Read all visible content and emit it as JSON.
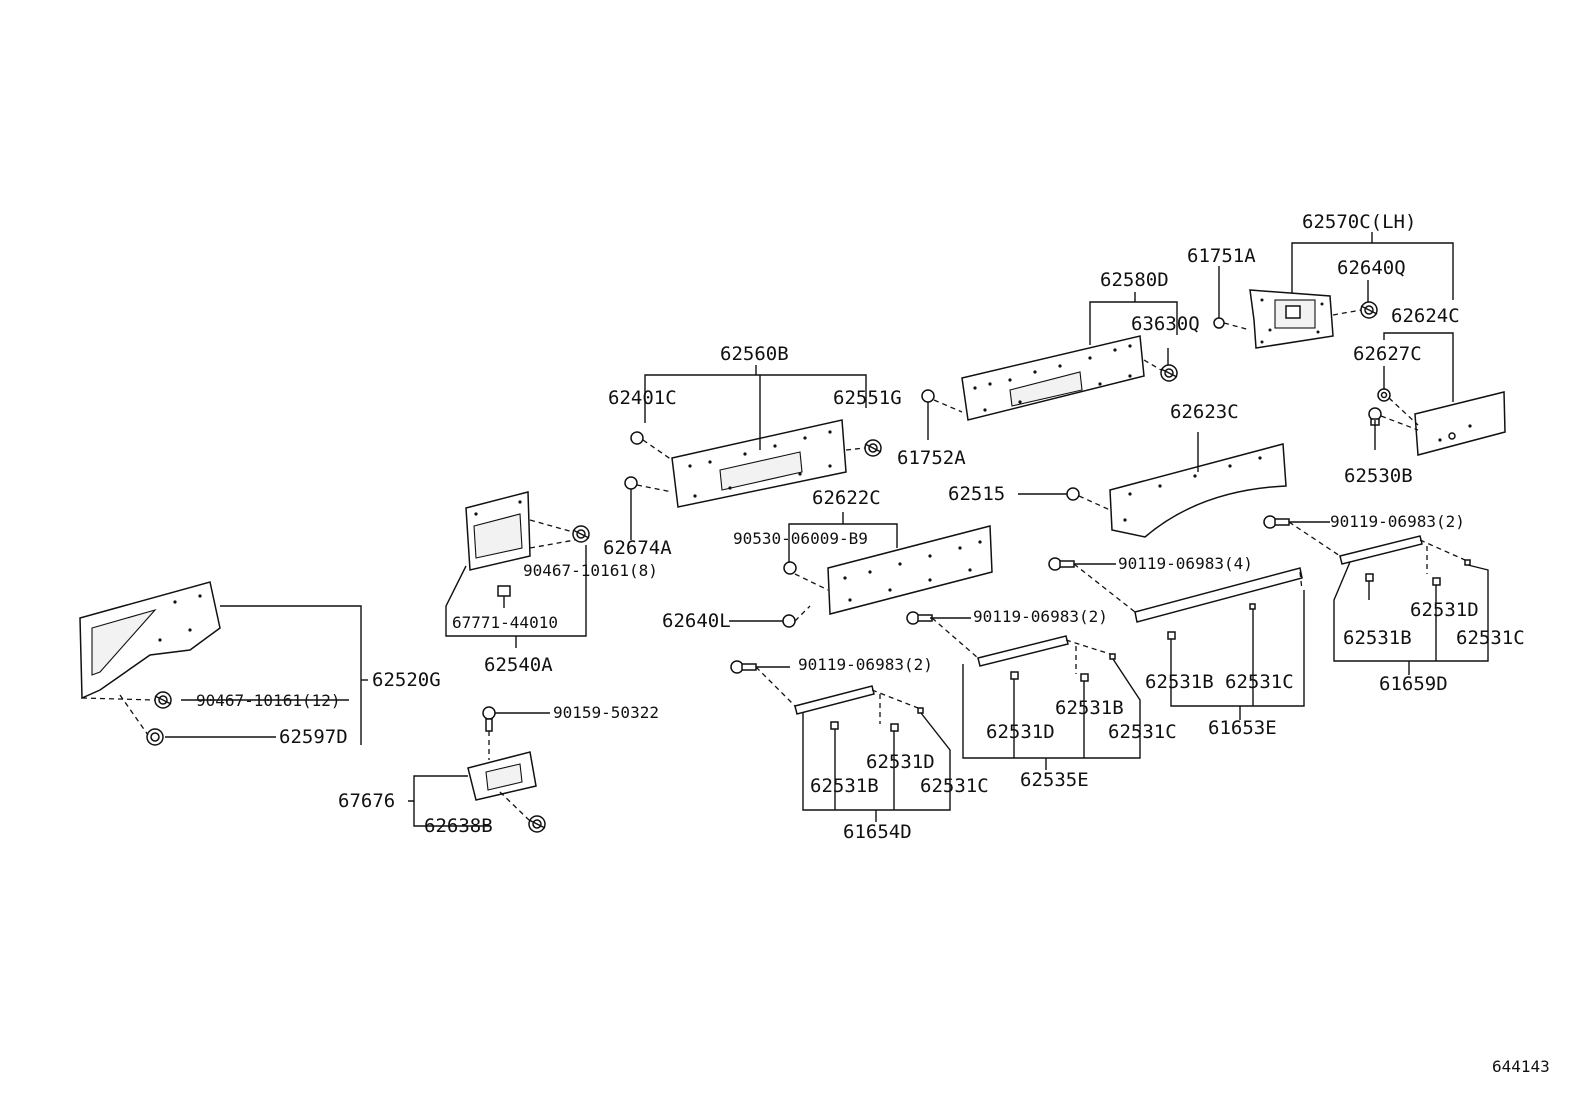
{
  "labels": {
    "p62570C": "62570C(LH)",
    "p61751A": "61751A",
    "p62640Q": "62640Q",
    "p62580D": "62580D",
    "p63630Q": "63630Q",
    "p62624C": "62624C",
    "p62627C": "62627C",
    "p62560B": "62560B",
    "p62401C": "62401C",
    "p62551G": "62551G",
    "p61752A": "61752A",
    "p62623C": "62623C",
    "p62530B": "62530B",
    "p62515": "62515",
    "p62622C": "62622C",
    "p62674A": "62674A",
    "p90530": "90530-06009-B9",
    "p90119_2a": "90119-06983(2)",
    "p90119_4": "90119-06983(4)",
    "p90119_2b": "90119-06983(2)",
    "p90119_2c": "90119-06983(2)",
    "p90467_8": "90467-10161(8)",
    "p67771": "67771-44010",
    "p62540A": "62540A",
    "p62640L": "62640L",
    "p62520G": "62520G",
    "p90467_12": "90467-10161(12)",
    "p62597D": "62597D",
    "p90159": "90159-50322",
    "p67676": "67676",
    "p62638B": "62638B",
    "p61654D": "61654D",
    "p62531B_a": "62531B",
    "p62531D_a": "62531D",
    "p62531C_a": "62531C",
    "p62535E": "62535E",
    "p62531D_b": "62531D",
    "p62531B_b": "62531B",
    "p62531C_b": "62531C",
    "p61653E": "61653E",
    "p62531B_c": "62531B",
    "p62531C_c": "62531C",
    "p61659D": "61659D",
    "p62531D_d": "62531D",
    "p62531B_d": "62531B",
    "p62531C_d": "62531C",
    "ref": "644143"
  }
}
